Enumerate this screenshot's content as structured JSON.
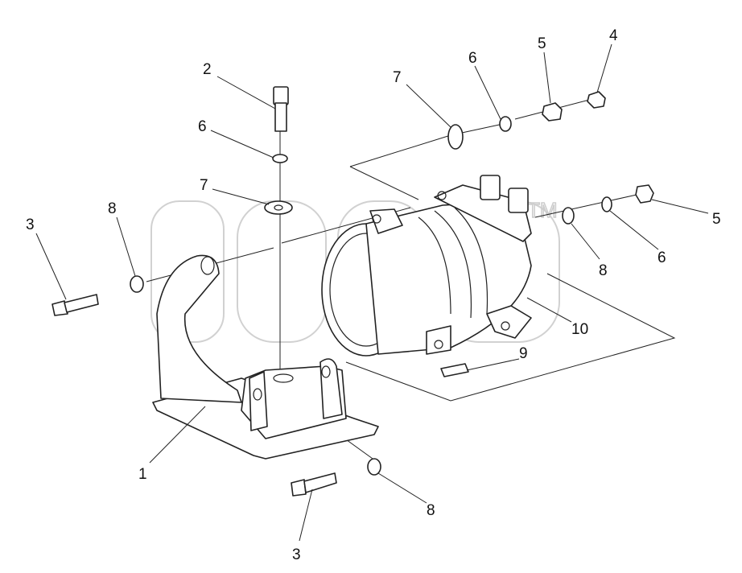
{
  "watermark": {
    "mark": "TM"
  },
  "callouts": {
    "c1": "1",
    "c2": "2",
    "c3a": "3",
    "c3b": "3",
    "c4": "4",
    "c5a": "5",
    "c5b": "5",
    "c6a": "6",
    "c6b": "6",
    "c6c": "6",
    "c7a": "7",
    "c7b": "7",
    "c8a": "8",
    "c8b": "8",
    "c8c": "8",
    "c9": "9",
    "c10": "10"
  }
}
